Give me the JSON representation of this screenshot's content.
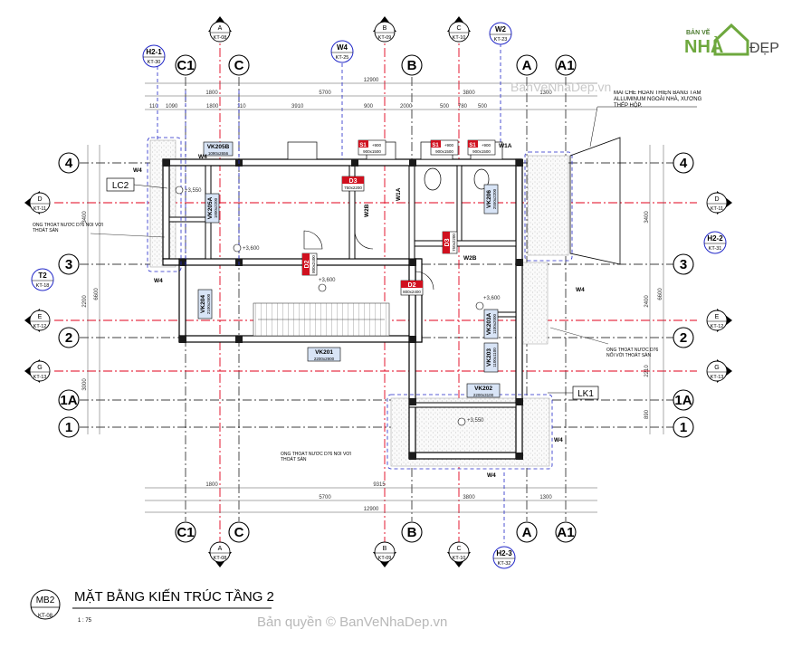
{
  "title": {
    "sheet_code": "MB2",
    "sheet_ref": "KT-08",
    "name": "MẶT BẰNG KIẾN TRÚC TẦNG 2",
    "scale": "1 : 75"
  },
  "watermark": {
    "brand_line1": "BẢN VẼ",
    "brand_line2": "NHÀ",
    "brand_line3": "ĐẸP",
    "site": "BanVeNhaDep.vn",
    "copyright": "Bản quyền © BanVeNhaDep.vn"
  },
  "colors": {
    "grid_red": "#e0001b",
    "dashed_blue": "#2228c8",
    "room_tag_blue": "#d8e4f6"
  },
  "axes_vertical": [
    "C1",
    "C",
    "B",
    "A",
    "A1"
  ],
  "axes_horizontal": [
    "4",
    "3",
    "2",
    "1A",
    "1"
  ],
  "section_markers_top": [
    {
      "letter": "A",
      "ref": "KT-08"
    },
    {
      "letter": "B",
      "ref": "KT-09"
    },
    {
      "letter": "C",
      "ref": "KT-10"
    }
  ],
  "section_markers_bottom": [
    {
      "letter": "A",
      "ref": "KT-08"
    },
    {
      "letter": "B",
      "ref": "KT-09"
    },
    {
      "letter": "C",
      "ref": "KT-10"
    }
  ],
  "section_markers_side": [
    {
      "letter": "D",
      "ref": "KT-11"
    },
    {
      "letter": "E",
      "ref": "KT-12"
    },
    {
      "letter": "G",
      "ref": "KT-13"
    }
  ],
  "elevation_markers": [
    {
      "label": "H2-1",
      "ref": "KT-30"
    },
    {
      "label": "W4",
      "ref": "KT-25"
    },
    {
      "label": "W2",
      "ref": "KT-23"
    },
    {
      "label": "H2-2",
      "ref": "KT-31"
    },
    {
      "label": "T2",
      "ref": "KT-18"
    },
    {
      "label": "H2-3",
      "ref": "KT-32"
    }
  ],
  "dims_top_total": "12900",
  "dims_top_main": [
    "1800",
    "5700",
    "3800",
    "1300"
  ],
  "dims_top_detail": [
    "110",
    "1090",
    "1800",
    "110",
    "3910",
    "900",
    "2000",
    "500",
    "780",
    "500"
  ],
  "dims_bottom_main": [
    "1800",
    "5700",
    "3800",
    "1300"
  ],
  "dims_bottom_total": "12900",
  "dims_bottom_mid": "9315",
  "dims_right": [
    "3400",
    "2400",
    "2210",
    "6600",
    "890"
  ],
  "dims_left": [
    "3400",
    "2200",
    "3000",
    "6600"
  ],
  "rooms": [
    {
      "code": "VK205B",
      "size": "1090x2656"
    },
    {
      "code": "VK205A",
      "size": "1800x2200"
    },
    {
      "code": "VK206",
      "size": "2550x2200"
    },
    {
      "code": "VK204",
      "size": "2100x2600"
    },
    {
      "code": "VK201",
      "size": "2200x2900"
    },
    {
      "code": "VK203A",
      "size": "1100x2000"
    },
    {
      "code": "VK203",
      "size": "1100x1100"
    },
    {
      "code": "VK202",
      "size": "2200x3100"
    }
  ],
  "doors": [
    {
      "code": "D3",
      "size": "750x2200"
    },
    {
      "code": "D2",
      "size": "800x2400"
    },
    {
      "code": "D3",
      "size": "750x2200"
    },
    {
      "code": "D2",
      "size": "800x2400"
    }
  ],
  "windows": [
    {
      "code": "S1",
      "sill": "+900",
      "size": "900x1500"
    },
    {
      "code": "S1",
      "sill": "+900",
      "size": "900x1500"
    },
    {
      "code": "S1",
      "sill": "+900",
      "size": "900x1500"
    }
  ],
  "window_labels": [
    "W4",
    "W4",
    "W4",
    "W4",
    "W4",
    "W4",
    "W1A",
    "W1A",
    "W2B",
    "W2B"
  ],
  "levels": [
    "+3,550",
    "+3,600",
    "+3,600",
    "+3,600",
    "+3,550"
  ],
  "notes": {
    "roof": "MÁI CHE HOÀN THIỆN BẰNG TẤM ALLUMINUM NGOÀI NHÀ, XƯƠNG THÉP HỘP.",
    "drain_left": "ỐNG THOÁT NƯỚC D76 NỐI VỚI THOÁT SÀN",
    "drain_right": "ỐNG THOÁT NƯỚC D76 NỐI VỚI THOÁT SÀN",
    "drain_bottom": "ỐNG THOÁT NƯỚC D76 NỐI VỚI THOÁT SÀN"
  },
  "callouts": {
    "lc2": "LC2",
    "lk1": "LK1"
  }
}
